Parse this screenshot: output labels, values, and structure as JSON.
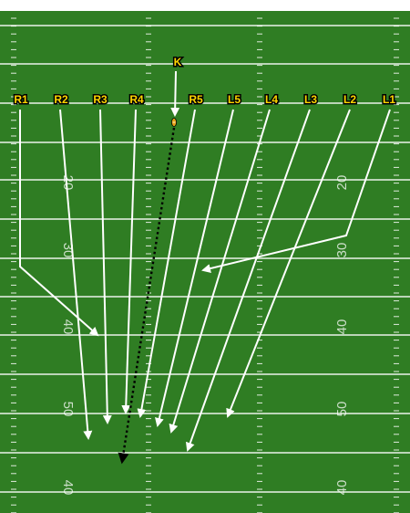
{
  "diagram": {
    "colors": {
      "field": "#2f7d23",
      "field_stripe": "#327f25",
      "line": "#ffffff",
      "label_fill": "#ffd400",
      "label_outline": "#000000",
      "ball": "#e8a317",
      "ball_path": "#000000"
    },
    "kicker": {
      "label": "K"
    },
    "ball": {
      "path_style": "dotted",
      "icon": "football-icon"
    },
    "coverage_players": [
      {
        "label": "R1"
      },
      {
        "label": "R2"
      },
      {
        "label": "R3"
      },
      {
        "label": "R4"
      },
      {
        "label": "R5"
      },
      {
        "label": "L5"
      },
      {
        "label": "L4"
      },
      {
        "label": "L3"
      },
      {
        "label": "L2"
      },
      {
        "label": "L1"
      }
    ],
    "yard_numbers": {
      "left": [
        "20",
        "30",
        "40",
        "50",
        "40"
      ],
      "right": [
        "20",
        "30",
        "40",
        "50",
        "40"
      ]
    }
  }
}
